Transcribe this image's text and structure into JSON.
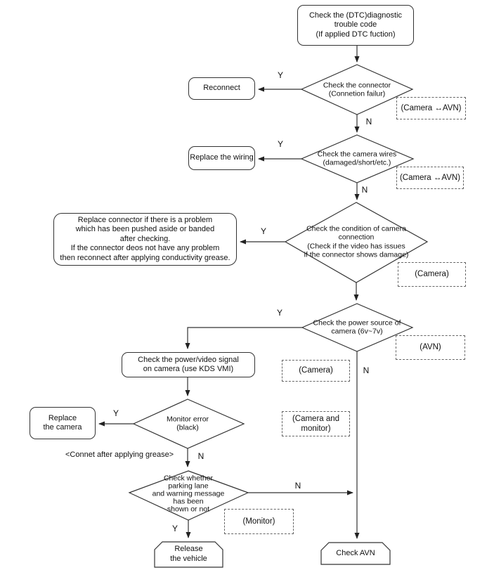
{
  "title": "Rear camera diagnostic flowchart",
  "nodes": {
    "start": "Check the (DTC)diagnostic\ntrouble code\n(If applied DTC fuction)",
    "d1": "Check the connector\n(Connetion failur)",
    "reconnect": "Reconnect",
    "tag_camera_avn_1": "(Camera ↔AVN)",
    "d2": "Check the camera wires\n(damaged/short/etc.)",
    "replace_wiring": "Replace the wiring",
    "tag_camera_avn_2": "(Camera ↔AVN)",
    "d3": "Check the condition of camera\nconnection\n(Check if the video has issues\nif the connector shows damage)",
    "replace_connector": "Replace connector if there is a problem\nwhich has been pushed aside or banded\nafter checking.\nIf the connector deos not have any problem\nthen reconnect after applying conductivity grease.",
    "tag_camera_1": "(Camera)",
    "d4": "Check the power source of\ncamera (6v~7v)",
    "tag_avn": "(AVN)",
    "kds": "Check the power/video signal\non camera (use KDS VMI)",
    "tag_camera_2": "(Camera)",
    "d5": "Monitor error\n(black)",
    "replace_camera": "Replace\nthe camera",
    "tag_camera_monitor": "(Camera and\nmonitor)",
    "grease_note": "<Connet after applying grease>",
    "d6": "Check whether\nparking lane\nand warning message\nhas been\nshown or not",
    "tag_monitor": "(Monitor)",
    "release_vehicle": "Release\nthe vehicle",
    "check_avn": "Check AVN"
  },
  "edge_labels": {
    "y1": "Y",
    "n1": "N",
    "y2": "Y",
    "n2": "N",
    "y3": "Y",
    "y4": "Y",
    "n4": "N",
    "y5": "Y",
    "n5": "N",
    "y6": "Y",
    "n6": "N"
  },
  "colors": {
    "line": "#333333",
    "text": "#111111",
    "background": "#ffffff"
  }
}
